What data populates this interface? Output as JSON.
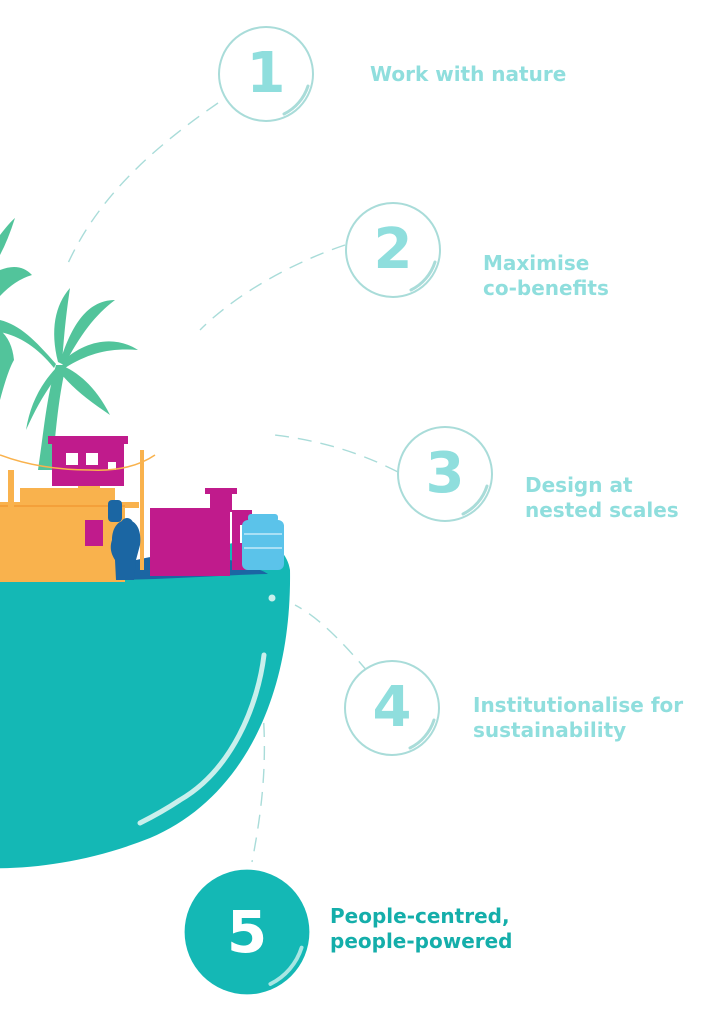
{
  "steps": [
    {
      "number": "1",
      "lines": [
        "Work with nature"
      ]
    },
    {
      "number": "2",
      "lines": [
        "Maximise",
        "co-benefits"
      ]
    },
    {
      "number": "3",
      "lines": [
        "Design at",
        "nested scales"
      ]
    },
    {
      "number": "4",
      "lines": [
        "Institutionalise for",
        "sustainability"
      ]
    },
    {
      "number": "5",
      "lines": [
        "People-centred,",
        "people-powered"
      ]
    }
  ],
  "colors": {
    "teal": "#14b8b5",
    "light_teal": "#8fdedd",
    "magenta": "#c01b8c",
    "orange": "#f9b24d",
    "palm": "#52c49b",
    "dark_blue": "#1b66a3",
    "light_blue": "#5bc3ea"
  }
}
